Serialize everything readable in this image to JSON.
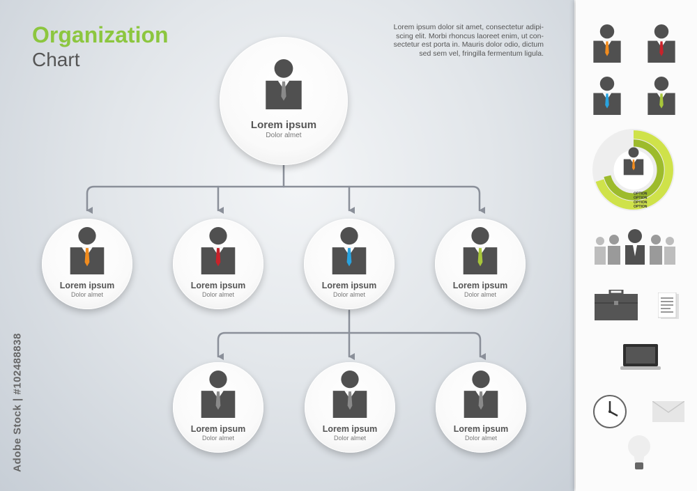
{
  "header": {
    "title": "Organization",
    "subtitle": "Chart",
    "blurb": "Lorem ipsum dolor sit amet, consectetur adipi-scing elit. Morbi rhoncus laoreet enim, ut con-sectetur est porta in. Mauris dolor odio, dictum sed sem vel, fringilla fermentum ligula."
  },
  "watermark": {
    "side_text": "Adobe Stock | #102488838"
  },
  "nodes": {
    "ceo": {
      "name": "Lorem ipsum",
      "role": "Dolor almet",
      "tie_color": "#8a8a8a"
    },
    "manager_1": {
      "name": "Lorem ipsum",
      "role": "Dolor almet",
      "tie_color": "#f28c1e"
    },
    "manager_2": {
      "name": "Lorem ipsum",
      "role": "Dolor almet",
      "tie_color": "#c8222a"
    },
    "manager_3": {
      "name": "Lorem ipsum",
      "role": "Dolor almet",
      "tie_color": "#29a3df"
    },
    "manager_4": {
      "name": "Lorem ipsum",
      "role": "Dolor almet",
      "tie_color": "#a8c63a"
    },
    "staff_1": {
      "name": "Lorem ipsum",
      "role": "Dolor almet",
      "tie_color": "#8a8a8a"
    },
    "staff_2": {
      "name": "Lorem ipsum",
      "role": "Dolor almet",
      "tie_color": "#8a8a8a"
    },
    "staff_3": {
      "name": "Lorem ipsum",
      "role": "Dolor almet",
      "tie_color": "#8a8a8a"
    }
  },
  "side_panel": {
    "ring_labels": [
      "OPTION",
      "OPTION",
      "OPTION",
      "OPTION"
    ],
    "icons": [
      "person-orange-tie-icon",
      "person-red-tie-icon",
      "person-blue-tie-icon",
      "person-green-tie-icon",
      "ring-chart-icon",
      "team-icon",
      "briefcase-icon",
      "document-icon",
      "laptop-icon",
      "clock-icon",
      "envelope-icon",
      "lightbulb-icon"
    ]
  },
  "colors": {
    "accent_green": "#8cc63f",
    "figure_gray": "#505050",
    "connector": "#8a8f99"
  }
}
